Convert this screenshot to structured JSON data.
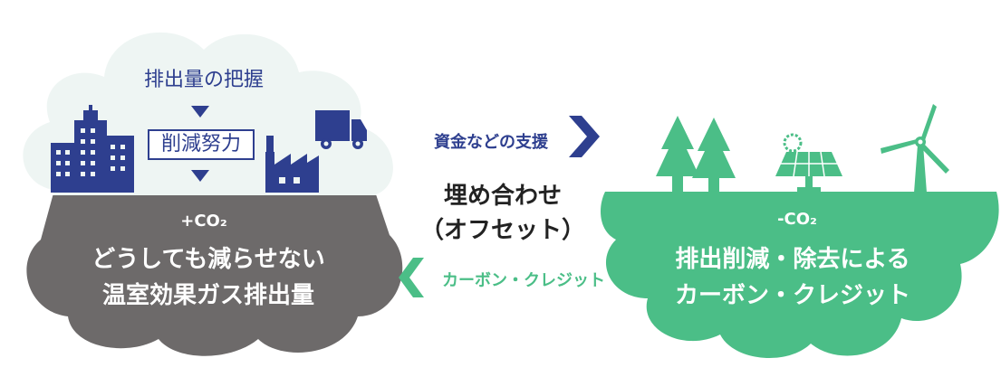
{
  "left": {
    "title": "排出量の把握",
    "box_label": "削減努力",
    "co2": "+CO₂",
    "line1": "どうしても減らせない",
    "line2": "温室効果ガス排出量"
  },
  "middle": {
    "support": "資金などの支援",
    "offset_line1": "埋め合わせ",
    "offset_line2": "（オフセット）",
    "credit": "カーボン・クレジット"
  },
  "right": {
    "co2": "-CO₂",
    "line1": "排出削減・除去による",
    "line2": "カーボン・クレジット"
  },
  "colors": {
    "navy": "#2e3f8f",
    "green": "#4bbe87",
    "gray": "#6d6a6a",
    "cloud_light": "#eef5f3"
  },
  "icons": [
    "building-icon",
    "factory-icon",
    "truck-icon",
    "tree-icon",
    "solar-panel-icon",
    "wind-turbine-icon",
    "chevron-right-icon",
    "chevron-left-icon",
    "triangle-down-icon"
  ]
}
